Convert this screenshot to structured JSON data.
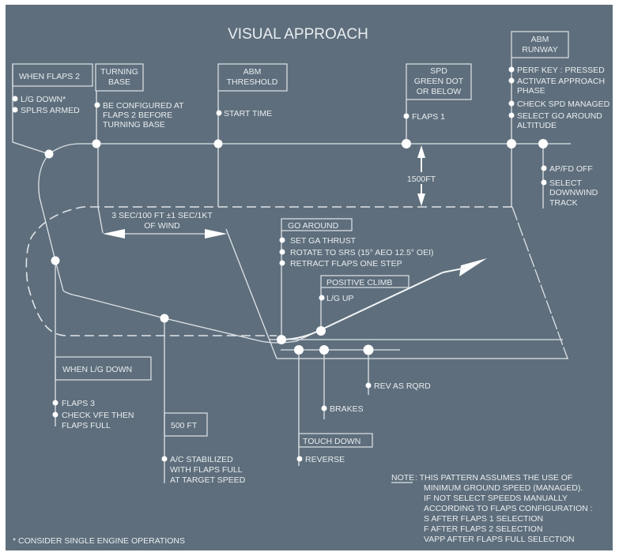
{
  "title": "VISUAL APPROACH",
  "colors": {
    "background": "#5e6e7c",
    "line": "#dfe4e8",
    "text": "#e9edf0"
  },
  "labels": {
    "when_flaps2": {
      "box": "WHEN FLAPS 2",
      "items": [
        "L/G DOWN*",
        "SPLRS ARMED"
      ]
    },
    "turning_base": {
      "box": [
        "TURNING",
        "BASE"
      ],
      "items": [
        "BE CONFIGURED AT",
        "FLAPS 2 BEFORE",
        "TURNING BASE"
      ]
    },
    "abm_threshold": {
      "box": [
        "ABM",
        "THRESHOLD"
      ],
      "items": [
        "START TIME"
      ]
    },
    "spd_green_dot": {
      "box": [
        "SPD",
        "GREEN DOT",
        "OR BELOW"
      ],
      "items": [
        "FLAPS 1"
      ]
    },
    "abm_runway": {
      "box": [
        "ABM",
        "RUNWAY"
      ],
      "items": [
        "PERF KEY : PRESSED",
        "ACTIVATE APPROACH",
        "PHASE",
        "CHECK SPD MANAGED",
        "SELECT GO AROUND",
        "ALTITUDE"
      ]
    },
    "downwind_end": {
      "items": [
        "AP/FD OFF",
        "SELECT",
        "DOWNWIND",
        "TRACK"
      ]
    },
    "altitude": "1500FT",
    "timing": [
      "3 SEC/100 FT  ±1 SEC/1KT",
      "OF WIND"
    ],
    "go_around": {
      "box": "GO AROUND",
      "items": [
        "SET GA THRUST",
        "ROTATE TO SRS (15° AEO 12.5° OEI)",
        "RETRACT FLAPS ONE STEP"
      ]
    },
    "positive_climb": {
      "box": "POSITIVE CLIMB",
      "items": [
        "L/G UP"
      ]
    },
    "when_lg_down": {
      "box": "WHEN L/G DOWN",
      "items": [
        "FLAPS 3",
        "CHECK VFE THEN",
        "FLAPS FULL"
      ]
    },
    "ft500": {
      "box": "500 FT",
      "items": [
        "A/C STABILIZED",
        "WITH FLAPS FULL",
        "AT TARGET SPEED"
      ]
    },
    "touch_down": {
      "box": "TOUCH DOWN",
      "items": [
        "REVERSE"
      ]
    },
    "brakes": "BRAKES",
    "rev_as_rqrd": "REV AS RQRD",
    "footnote": "* CONSIDER SINGLE ENGINE OPERATIONS",
    "note": {
      "heading": "NOTE",
      "lines": [
        ": THIS PATTERN ASSUMES THE USE OF",
        "MINIMUM GROUND SPEED (MANAGED).",
        "IF NOT SELECT SPEEDS MANUALLY",
        "ACCORDING TO FLAPS CONFIGURATION :",
        "S AFTER FLAPS 1 SELECTION",
        "F AFTER FLAPS 2 SELECTION",
        "VAPP AFTER FLAPS FULL SELECTION"
      ]
    }
  }
}
